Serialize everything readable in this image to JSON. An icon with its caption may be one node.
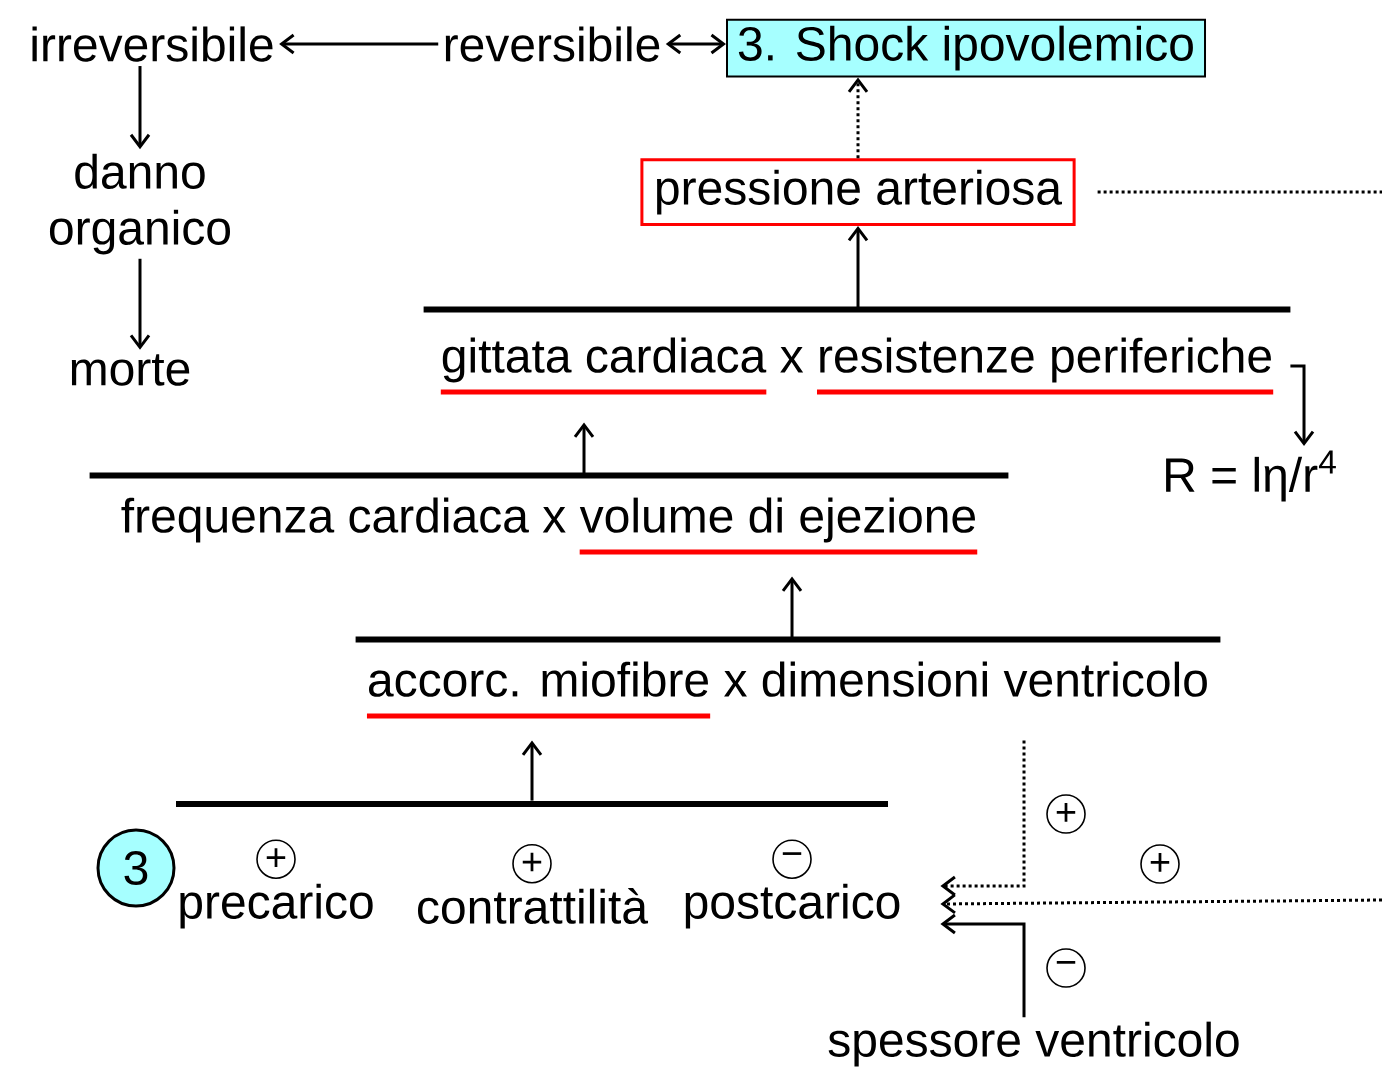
{
  "diagram": {
    "nodes": [
      {
        "text": [
          "3. Shock ipovolemico"
        ]
      },
      {
        "text": [
          "irreversibile"
        ]
      },
      {
        "text": [
          "reversibile"
        ]
      },
      {
        "text": [
          "danno organico"
        ]
      },
      {
        "text": [
          "morte"
        ]
      },
      {
        "text": [
          "pressione arteriosa"
        ]
      },
      {
        "text": [
          "gittata cardiaca",
          "x",
          "resistenze periferiche"
        ]
      },
      {
        "text": [
          "frequenza cardiaca x",
          "volume di ejezione"
        ]
      },
      {
        "text": [
          "accorc. miofibre",
          "x dimensioni ventricolo"
        ]
      },
      {
        "text": [],
        "shape": "bar"
      },
      {
        "text": [
          "precarico"
        ],
        "beside": [
          "+"
        ]
      },
      {
        "text": [
          "contrattilità"
        ],
        "beside": [
          "+"
        ]
      },
      {
        "text": [
          "postcarico"
        ],
        "beside": [
          "−"
        ]
      },
      {
        "text": [
          "R = lη/r$^{4}$"
        ]
      },
      {
        "text": [
          "spessore ventricolo"
        ]
      },
      {
        "text": [
          "3"
        ]
      }
    ],
    "edges": [
      {
        "from": 2,
        "to": 0,
        "arrow": "both"
      },
      {
        "from": 2,
        "to": 1,
        "arrow": "to"
      },
      {
        "from": 1,
        "to": 3,
        "arrow": "to"
      },
      {
        "from": 3,
        "to": 4,
        "arrow": "to"
      },
      {
        "from": 5,
        "to": 0,
        "arrow": "to",
        "style": "dashed"
      },
      {
        "from": 6,
        "to": 5,
        "arrow": "to"
      },
      {
        "from": 7,
        "to": 6,
        "arrow": "to"
      },
      {
        "from": 8,
        "to": 7,
        "arrow": "to"
      },
      {
        "from": 9,
        "to": 8,
        "arrow": "to"
      },
      {
        "from": 6,
        "to": 13,
        "arrow": "to"
      },
      {
        "from": 8,
        "to": 12,
        "arrow": "to",
        "style": "dashed",
        "label": "+"
      },
      {
        "from": null,
        "to": 12,
        "arrow": "to",
        "style": "dashed",
        "label": "+"
      },
      {
        "from": 14,
        "to": 12,
        "arrow": "to",
        "label": "−"
      },
      {
        "from": 5,
        "to": null,
        "arrow": "none",
        "style": "dashed"
      }
    ]
  }
}
